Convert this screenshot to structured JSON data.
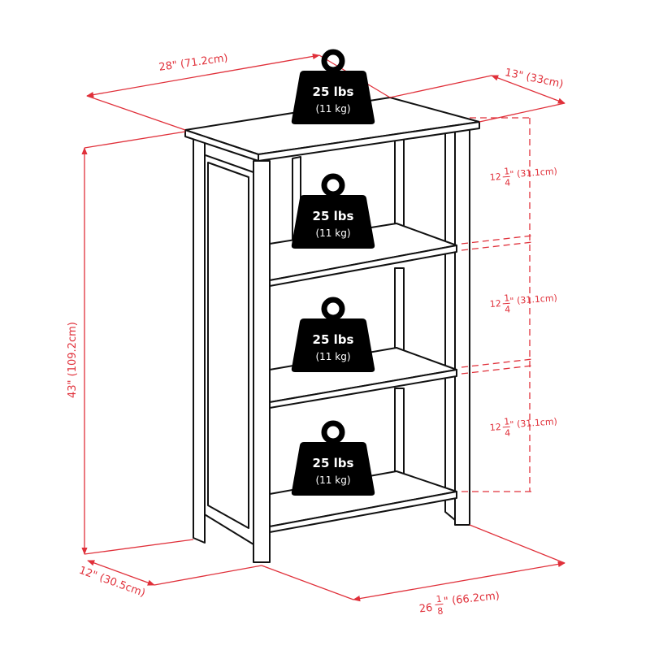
{
  "colors": {
    "dimension": "#e0303a",
    "outline": "#111111",
    "weight_icon": "#000000"
  },
  "dimensions": {
    "width": "28\" (71.2cm)",
    "depth_top": "13\" (33cm)",
    "height": "43\" (109.2cm)",
    "depth_base": "12\" (30.5cm)",
    "width_base_whole": "26",
    "width_base_frac_num": "1",
    "width_base_frac_den": "8",
    "width_base_metric": "\" (66.2cm)",
    "shelf_gaps": [
      {
        "whole": "12",
        "num": "1",
        "den": "4",
        "metric": "\" (31.1cm)"
      },
      {
        "whole": "12",
        "num": "1",
        "den": "4",
        "metric": "\" (31.1cm)"
      },
      {
        "whole": "12",
        "num": "1",
        "den": "4",
        "metric": "\" (31.1cm)"
      }
    ]
  },
  "weights": [
    {
      "icon": "weight-icon",
      "lbs": "25 lbs",
      "kg": "(11 kg)"
    },
    {
      "icon": "weight-icon",
      "lbs": "25 lbs",
      "kg": "(11 kg)"
    },
    {
      "icon": "weight-icon",
      "lbs": "25 lbs",
      "kg": "(11 kg)"
    },
    {
      "icon": "weight-icon",
      "lbs": "25 lbs",
      "kg": "(11 kg)"
    }
  ]
}
